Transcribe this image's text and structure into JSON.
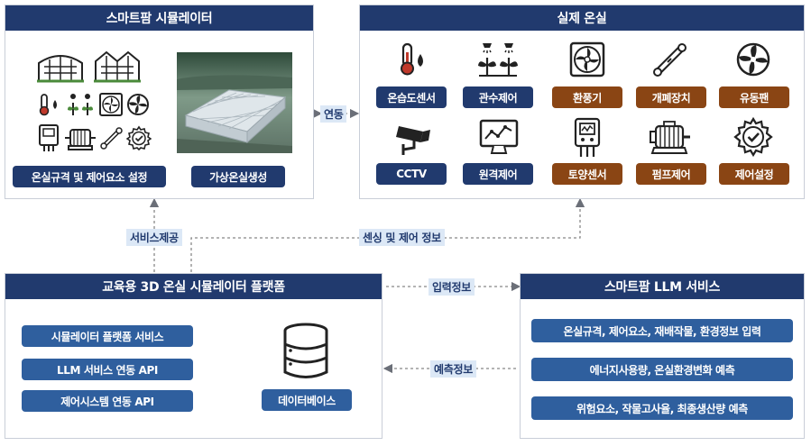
{
  "simulator": {
    "title": "스마트팜 시뮬레이터",
    "btn_settings": "온실규격 및 제어요소 설정",
    "btn_virtual": "가상온실생성"
  },
  "real": {
    "title": "실제 온실",
    "items": [
      {
        "label": "온습도센서",
        "icon": "thermometer-droplet-icon",
        "color": "navy"
      },
      {
        "label": "관수제어",
        "icon": "irrigation-plant-icon",
        "color": "navy"
      },
      {
        "label": "환풍기",
        "icon": "ventilation-fan-icon",
        "color": "brown"
      },
      {
        "label": "개폐장치",
        "icon": "actuator-icon",
        "color": "brown"
      },
      {
        "label": "유동팬",
        "icon": "circulation-fan-icon",
        "color": "brown"
      },
      {
        "label": "CCTV",
        "icon": "cctv-camera-icon",
        "color": "navy"
      },
      {
        "label": "원격제어",
        "icon": "remote-monitor-icon",
        "color": "navy"
      },
      {
        "label": "토양센서",
        "icon": "soil-sensor-icon",
        "color": "brown"
      },
      {
        "label": "펌프제어",
        "icon": "pump-motor-icon",
        "color": "brown"
      },
      {
        "label": "제어설정",
        "icon": "gear-check-icon",
        "color": "brown"
      }
    ]
  },
  "platform": {
    "title": "교육용 3D 온실 시뮬레이터 플랫폼",
    "items": [
      "시뮬레이터 플랫폼 서비스",
      "LLM 서비스 연동 API",
      "제어시스템 연동 API"
    ],
    "database": "데이터베이스"
  },
  "llm": {
    "title": "스마트팜 LLM 서비스",
    "items": [
      "온실규격, 제어요소, 재배작물, 환경정보 입력",
      "에너지사용량, 온실환경변화 예측",
      "위험요소, 작물고사율, 최종생산량 예측"
    ]
  },
  "connectors": {
    "link": "연동",
    "service": "서비스제공",
    "sensing": "센싱 및 제어 정보",
    "input": "입력정보",
    "prediction": "예측정보"
  }
}
